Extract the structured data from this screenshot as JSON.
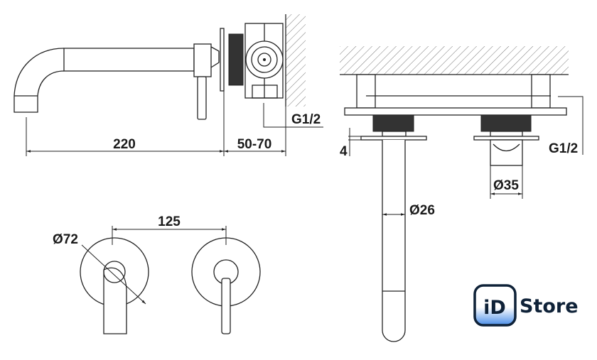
{
  "dimensions": {
    "spout_length": "220",
    "wall_depth": "50-70",
    "thread_left": "G1/2",
    "thread_right": "G1/2",
    "flange_thickness": "4",
    "outlet_diameter": "Ø35",
    "spout_diameter": "Ø26",
    "rosette_diameter": "Ø72",
    "centre_distance": "125"
  },
  "logo": {
    "mark": "iD",
    "name": "Store",
    "accent": "#4a8ee8"
  }
}
